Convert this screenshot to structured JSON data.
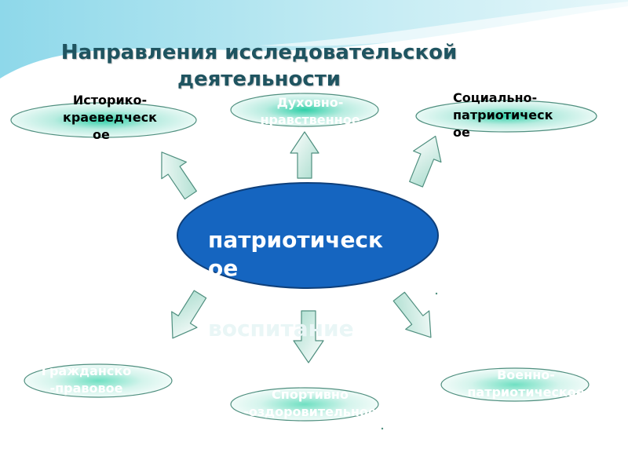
{
  "title": {
    "line1": "Направления исследовательской",
    "line2": "деятельности"
  },
  "center": {
    "line1": "патриотическ",
    "line2": "ое",
    "subtitle": "воспитание"
  },
  "nodes": {
    "top_left": {
      "line1": "Историко-",
      "line2": "краеведческ",
      "line3": "ое"
    },
    "top_center": {
      "line1": "Духовно-",
      "line2": "нравственное"
    },
    "top_right": {
      "line1": "Социально-",
      "line2": "патриотическ",
      "line3": "ое"
    },
    "bottom_left": {
      "line1": "Гражданско",
      "line2": "-правовое"
    },
    "bottom_center": {
      "line1": "Спортивно",
      "line2": "-оздоровительное"
    },
    "bottom_right": {
      "line1": "Военно-",
      "line2": "патриотическое"
    }
  },
  "colors": {
    "title_text": "#1f5460",
    "center_fill": "#1565c0",
    "arrow_fill": "#bfe6e0",
    "arrow_stroke": "#4f8f7f",
    "node_stroke": "#4f8f7f"
  }
}
